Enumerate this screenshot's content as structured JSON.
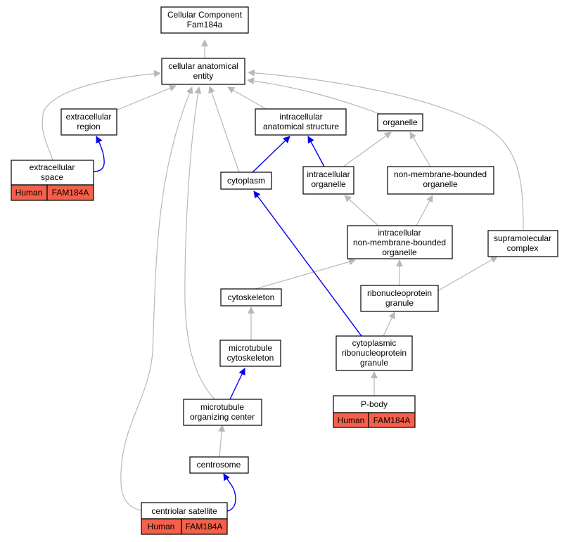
{
  "colors": {
    "is_a_edge": "#b8b8b8",
    "part_of_edge": "#0000ee",
    "annotation_fill": "#f4604a",
    "node_border": "#000000",
    "background": "#ffffff"
  },
  "nodes": {
    "root": {
      "lines": [
        "Cellular Component",
        "Fam184a"
      ]
    },
    "cae": {
      "lines": [
        "cellular anatomical",
        "entity"
      ]
    },
    "extracellular_region": {
      "lines": [
        "extracellular",
        "region"
      ]
    },
    "intracellular_anatomical_structure": {
      "lines": [
        "intracellular",
        "anatomical structure"
      ]
    },
    "organelle": {
      "lines": [
        "organelle"
      ]
    },
    "extracellular_space": {
      "lines": [
        "extracellular",
        "space"
      ],
      "annotation": {
        "species": "Human",
        "gene": "FAM184A"
      }
    },
    "cytoplasm": {
      "lines": [
        "cytoplasm"
      ]
    },
    "intracellular_organelle": {
      "lines": [
        "intracellular",
        "organelle"
      ]
    },
    "non_membrane_bounded_organelle": {
      "lines": [
        "non-membrane-bounded",
        "organelle"
      ]
    },
    "intracellular_nmbo": {
      "lines": [
        "intracellular",
        "non-membrane-bounded",
        "organelle"
      ]
    },
    "supramolecular_complex": {
      "lines": [
        "supramolecular",
        "complex"
      ]
    },
    "cytoskeleton": {
      "lines": [
        "cytoskeleton"
      ]
    },
    "ribonucleoprotein_granule": {
      "lines": [
        "ribonucleoprotein",
        "granule"
      ]
    },
    "microtubule_cytoskeleton": {
      "lines": [
        "microtubule",
        "cytoskeleton"
      ]
    },
    "cytoplasmic_rnp_granule": {
      "lines": [
        "cytoplasmic",
        "ribonucleoprotein",
        "granule"
      ]
    },
    "mtoc": {
      "lines": [
        "microtubule",
        "organizing center"
      ]
    },
    "p_body": {
      "lines": [
        "P-body"
      ],
      "annotation": {
        "species": "Human",
        "gene": "FAM184A"
      }
    },
    "centrosome": {
      "lines": [
        "centrosome"
      ]
    },
    "centriolar_satellite": {
      "lines": [
        "centriolar satellite"
      ],
      "annotation": {
        "species": "Human",
        "gene": "FAM184A"
      }
    }
  }
}
